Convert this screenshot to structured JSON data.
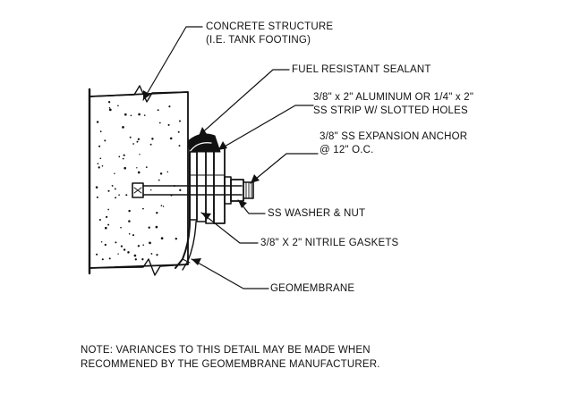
{
  "callouts": {
    "concrete_structure": {
      "line1": "CONCRETE STRUCTURE",
      "line2": "(I.E. TANK FOOTING)"
    },
    "fuel_resistant_sealant": "FUEL RESISTANT SEALANT",
    "aluminum_strip": {
      "line1": "3/8\" x 2\" ALUMINUM OR 1/4\" x 2\"",
      "line2": "SS STRIP W/ SLOTTED HOLES"
    },
    "expansion_anchor": {
      "line1": "3/8\" SS EXPANSION ANCHOR",
      "line2": "@ 12\" O.C."
    },
    "washer_nut": "SS WASHER & NUT",
    "nitrile_gaskets": "3/8\" X 2\" NITRILE GASKETS",
    "geomembrane": "GEOMEMBRANE"
  },
  "note": {
    "line1": "NOTE: VARIANCES TO THIS DETAIL MAY BE MADE WHEN",
    "line2": "RECOMMENED BY THE GEOMEMBRANE MANUFACTURER."
  },
  "colors": {
    "ink": "#111111",
    "background": "#ffffff"
  }
}
